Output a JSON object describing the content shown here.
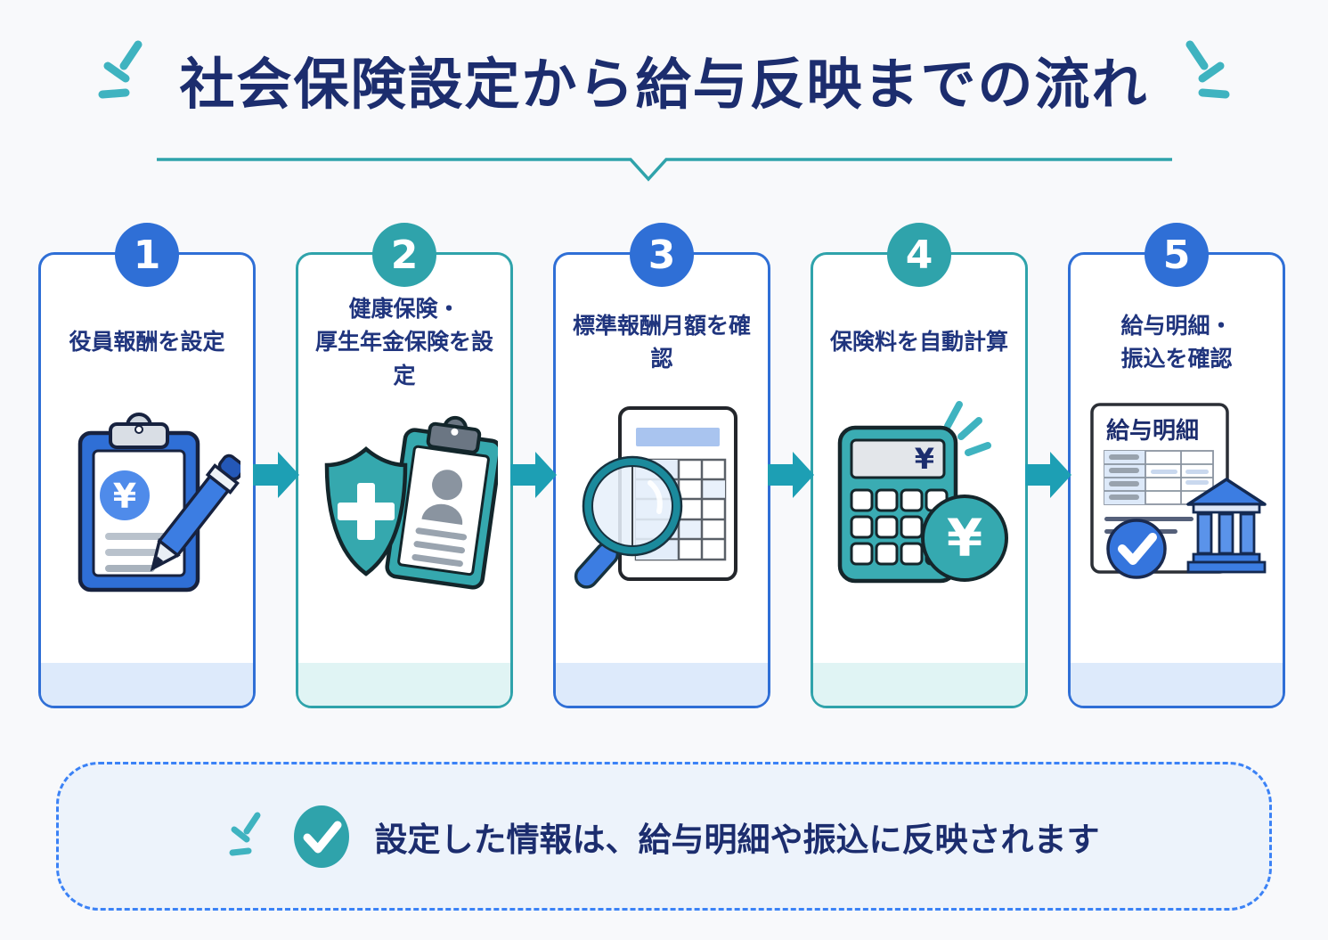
{
  "title": "社会保険設定から給与反映までの流れ",
  "steps": [
    {
      "number": "1",
      "accent": "blue",
      "label": "役員報酬を設定"
    },
    {
      "number": "2",
      "accent": "teal",
      "label": "健康保険・\n厚生年金保険を設定"
    },
    {
      "number": "3",
      "accent": "blue",
      "label": "標準報酬月額を確認"
    },
    {
      "number": "4",
      "accent": "teal",
      "label": "保険料を自動計算"
    },
    {
      "number": "5",
      "accent": "blue",
      "label": "給与明細・\n振込を確認",
      "illustration_label": "給与明細"
    }
  ],
  "note": {
    "text": "設定した情報は、給与明細や振込に反映されます"
  },
  "glyphs": {
    "yen": "¥"
  },
  "colors": {
    "navy": "#1c2d6e",
    "label-navy": "#20357e",
    "blue": "#2f6fd6",
    "blue-light": "#4f8bea",
    "teal": "#2fa3ab",
    "arrow-teal": "#1d9fb4",
    "footer-blue": "#ddeafb",
    "footer-teal": "#e0f4f4",
    "note-fill": "#edf3fb",
    "note-border": "#3b82f6",
    "bg": "#f8f9fb",
    "card-bg": "#ffffff"
  }
}
